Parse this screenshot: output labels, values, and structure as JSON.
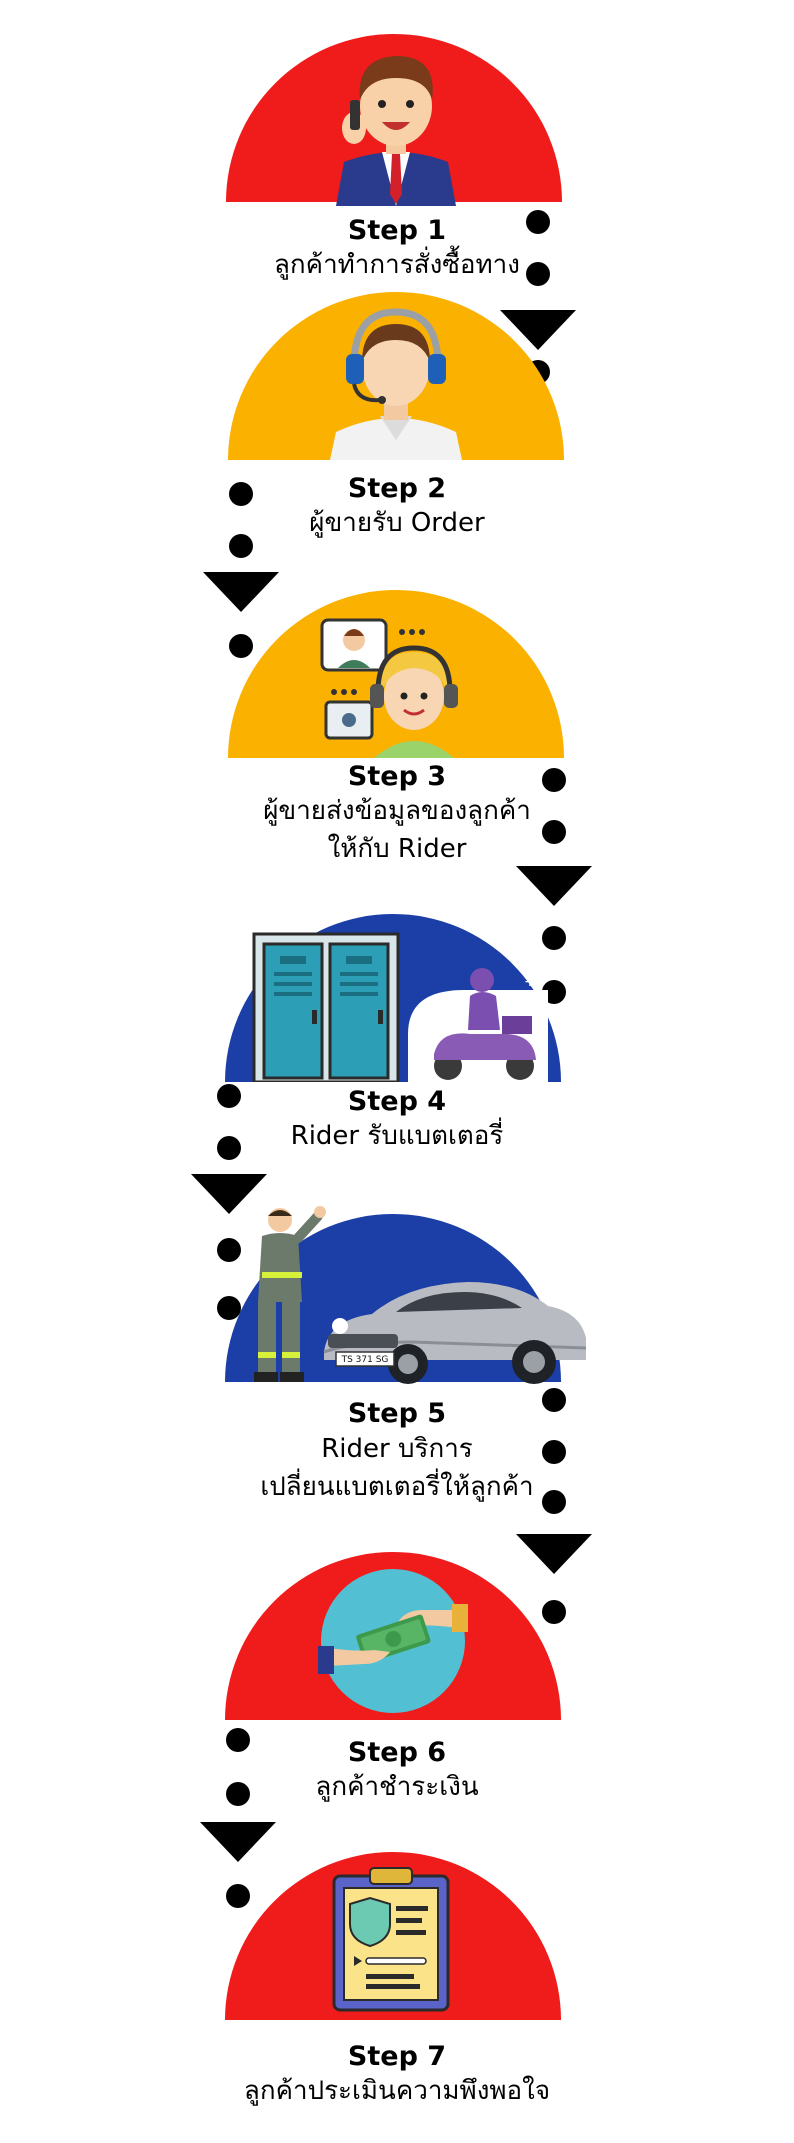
{
  "steps": [
    {
      "title": "Step 1",
      "desc": "ลูกค้าทำการสั่งซื้อทาง"
    },
    {
      "title": "Step 2",
      "desc": "ผู้ขายรับ Order"
    },
    {
      "title": "Step 3",
      "desc_line1": "ผู้ขายส่งข้อมูลของลูกค้า",
      "desc_line2": "ให้กับ Rider"
    },
    {
      "title": "Step 4",
      "desc": "Rider รับแบตเตอรี่"
    },
    {
      "title": "Step 5",
      "desc_line1": "Rider บริการ",
      "desc_line2": "เปลี่ยนแบตเตอรี่ให้ลูกค้า"
    },
    {
      "title": "Step 6",
      "desc": "ลูกค้าชำระเงิน"
    },
    {
      "title": "Step 7",
      "desc": "ลูกค้าประเมินความพึงพอใจ"
    }
  ],
  "plate": "TS 371 SG",
  "colors": {
    "red": "#f01b1b",
    "amber": "#fbb100",
    "blue": "#1b3fa6",
    "dots": "#000000"
  },
  "icons": {
    "step1": "businessman-phone-icon",
    "step2": "call-center-agent-icon",
    "step3": "customer-support-team-icon",
    "step4": "battery-lockers-and-scooter-icon",
    "step5": "mechanic-and-car-icon",
    "step6": "money-payment-icon",
    "step7": "clipboard-checklist-icon"
  }
}
